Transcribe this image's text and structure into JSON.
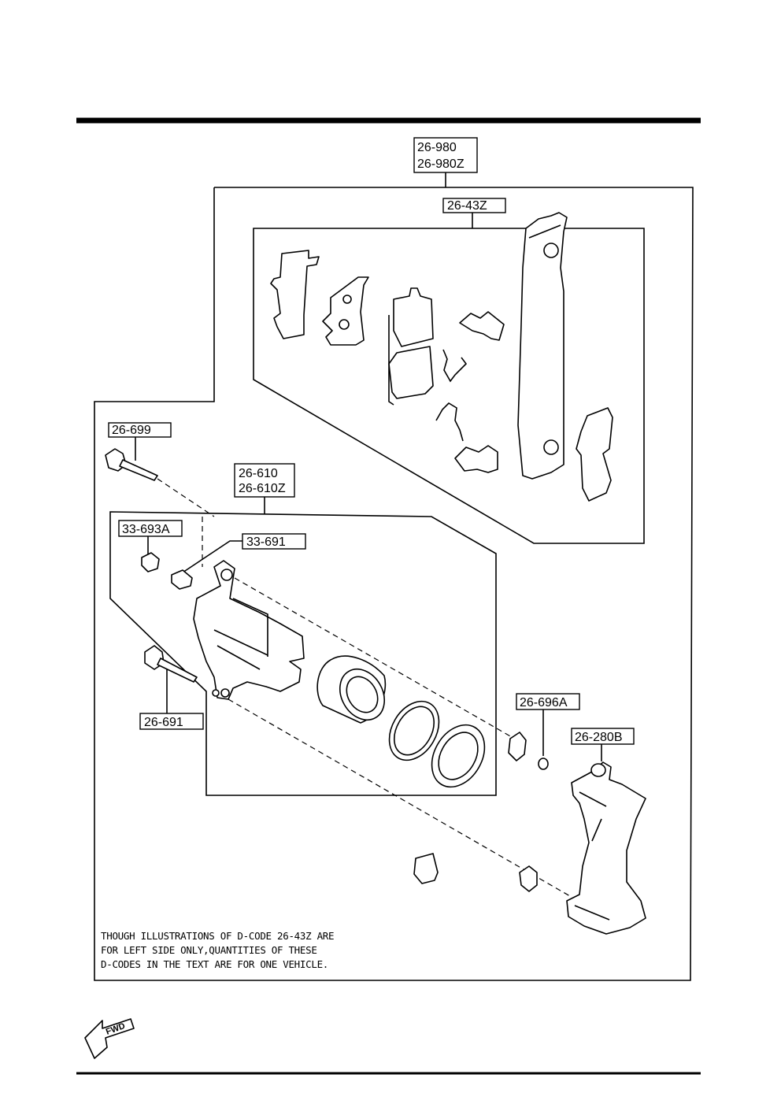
{
  "callouts": {
    "c26_980": [
      "26-980",
      "26-980Z"
    ],
    "c26_43z": "26-43Z",
    "c26_699": "26-699",
    "c26_610": [
      "26-610",
      "26-610Z"
    ],
    "c33_693a": "33-693A",
    "c33_691": "33-691",
    "c26_691": "26-691",
    "c26_696a": "26-696A",
    "c26_280b": "26-280B"
  },
  "note": [
    "THOUGH ILLUSTRATIONS OF D-CODE 26-43Z ARE",
    "FOR LEFT SIDE ONLY,QUANTITIES OF THESE",
    "D-CODES IN THE TEXT ARE FOR ONE VEHICLE."
  ],
  "fwd_label": "FWD"
}
